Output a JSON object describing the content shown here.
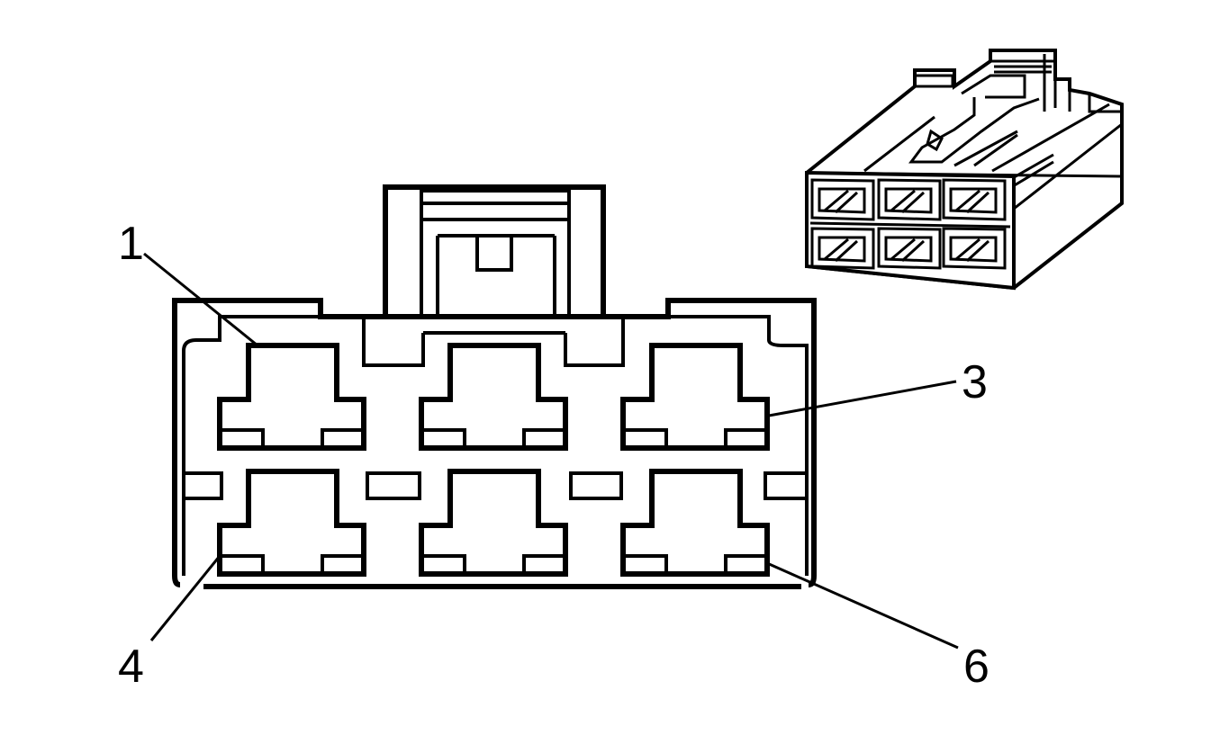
{
  "diagram": {
    "pin_labels": {
      "pin1": "1",
      "pin3": "3",
      "pin4": "4",
      "pin6": "6"
    },
    "colors": {
      "line": "#000000",
      "background": "#ffffff"
    }
  }
}
